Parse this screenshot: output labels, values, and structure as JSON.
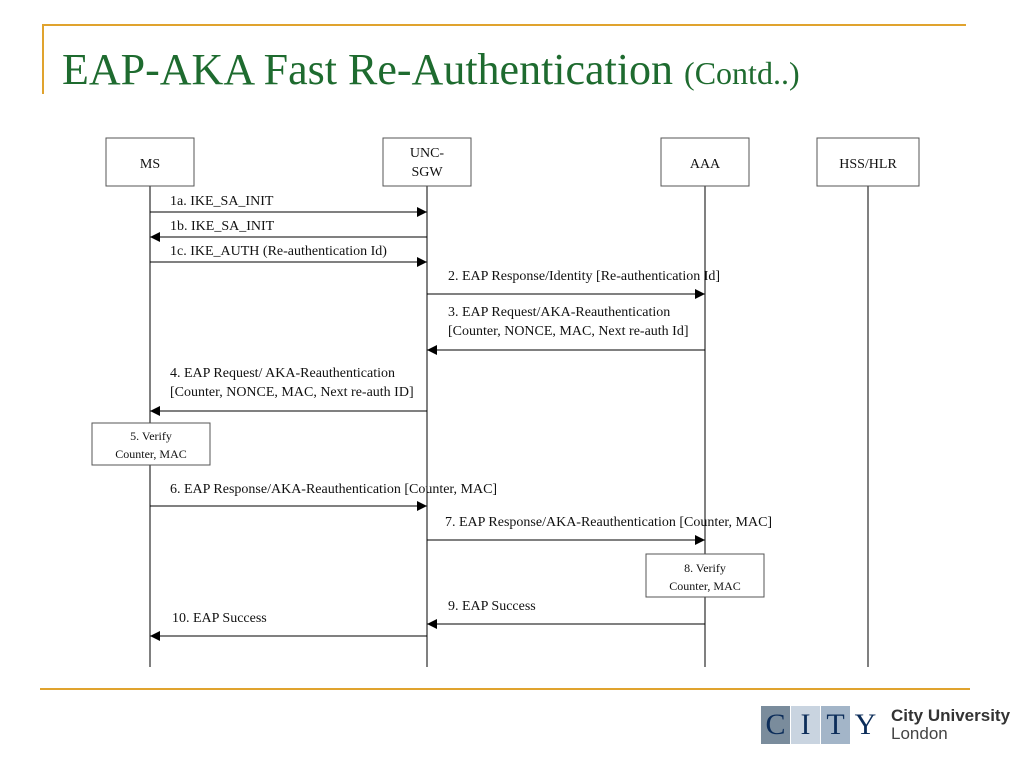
{
  "slide": {
    "title": "EAP-AKA Fast Re-Authentication",
    "title_suffix": "(Contd..)"
  },
  "diagram": {
    "entities": [
      {
        "id": "ms",
        "label_lines": [
          "MS"
        ]
      },
      {
        "id": "unc",
        "label_lines": [
          "UNC-",
          "SGW"
        ]
      },
      {
        "id": "aaa",
        "label_lines": [
          "AAA"
        ]
      },
      {
        "id": "hss",
        "label_lines": [
          "HSS/HLR"
        ]
      }
    ],
    "messages": [
      {
        "id": "m1a",
        "label_lines": [
          "1a. IKE_SA_INIT"
        ]
      },
      {
        "id": "m1b",
        "label_lines": [
          "1b. IKE_SA_INIT"
        ]
      },
      {
        "id": "m1c",
        "label_lines": [
          "1c. IKE_AUTH (Re-authentication Id)"
        ]
      },
      {
        "id": "m2",
        "label_lines": [
          "2. EAP Response/Identity [Re-authentication Id]"
        ]
      },
      {
        "id": "m3",
        "label_lines": [
          "3. EAP Request/AKA-Reauthentication",
          "[Counter, NONCE, MAC, Next re-auth Id]"
        ]
      },
      {
        "id": "m4",
        "label_lines": [
          "4. EAP Request/ AKA-Reauthentication",
          "[Counter, NONCE, MAC, Next re-auth ID]"
        ]
      },
      {
        "id": "m6",
        "label_lines": [
          "6. EAP Response/AKA-Reauthentication [Counter, MAC]"
        ]
      },
      {
        "id": "m7",
        "label_lines": [
          "7. EAP Response/AKA-Reauthentication [Counter, MAC]"
        ]
      },
      {
        "id": "m9",
        "label_lines": [
          "9. EAP Success"
        ]
      },
      {
        "id": "m10",
        "label_lines": [
          "10. EAP Success"
        ]
      }
    ],
    "steps": [
      {
        "id": "s5",
        "label_lines": [
          "5. Verify",
          "Counter, MAC"
        ]
      },
      {
        "id": "s8",
        "label_lines": [
          "8. Verify",
          "Counter, MAC"
        ]
      }
    ]
  },
  "footer": {
    "logo_letters": [
      "C",
      "I",
      "T",
      "Y"
    ],
    "org_name": "City University",
    "org_city": "London"
  },
  "colors": {
    "title": "#1e6b2f",
    "accent": "#e0a32e",
    "logo_navy": "#0c2d5a"
  }
}
